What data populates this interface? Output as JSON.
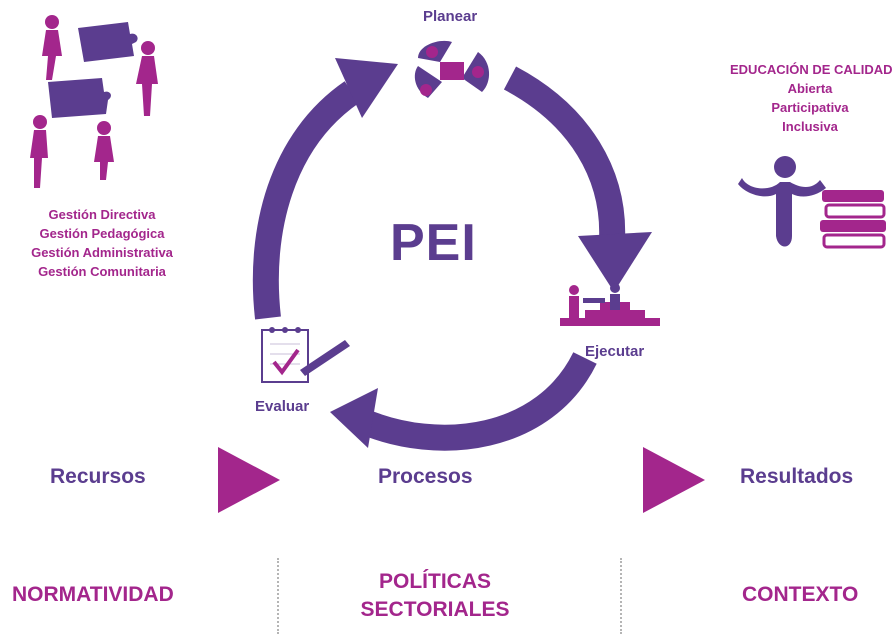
{
  "cycle": {
    "center": "PEI",
    "stages": {
      "plan": "Planear",
      "execute": "Ejecutar",
      "evaluate": "Evaluar"
    }
  },
  "management": [
    "Gestión Directiva",
    "Gestión Pedagógica",
    "Gestión Administrativa",
    "Gestión Comunitaria"
  ],
  "quality": {
    "title": "EDUCACIÓN DE CALIDAD",
    "items": [
      "Abierta",
      "Participativa",
      "Inclusiva"
    ]
  },
  "flow": {
    "inputs": "Recursos",
    "processes": "Procesos",
    "outputs": "Resultados"
  },
  "bottom": {
    "left": "NORMATIVIDAD",
    "center_line1": "POLÍTICAS",
    "center_line2": "SECTORIALES",
    "right": "CONTEXTO"
  },
  "colors": {
    "purple": "#5b3d8f",
    "magenta": "#a3268c"
  }
}
